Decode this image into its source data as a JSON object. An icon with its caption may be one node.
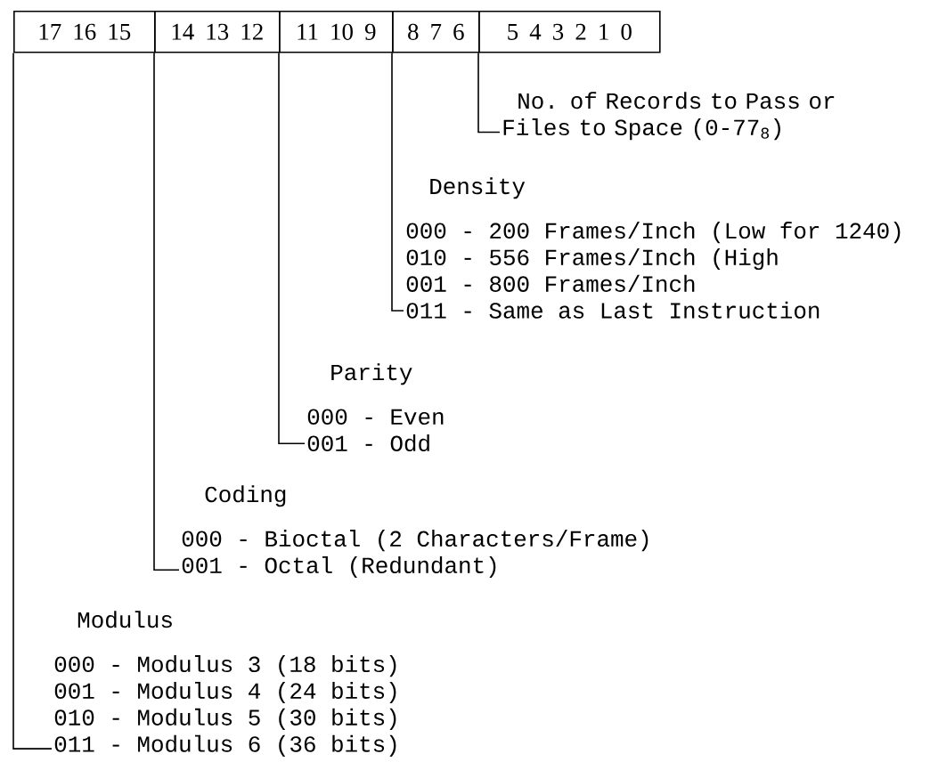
{
  "diagram": {
    "nodes": [
      {
        "text": [
          "17 16 15"
        ]
      },
      {
        "text": [
          "14 13 12"
        ]
      },
      {
        "text": [
          "11 10 9"
        ]
      },
      {
        "text": [
          "8 7 6"
        ]
      },
      {
        "text": [
          "5 4 3 2 1 0"
        ]
      },
      {
        "text": [
          "No. of Records to Pass or Files to Space (0-77$_{8}$)"
        ]
      },
      {
        "text": [
          "Density",
          "000 - 200 Frames/Inch (Low for 1240)",
          "010 - 556 Frames/Inch (High",
          "001 - 800 Frames/Inch",
          "011 - Same as Last Instruction"
        ]
      },
      {
        "text": [
          "Parity",
          "000 - Even",
          "001 - Odd"
        ]
      },
      {
        "text": [
          "Coding",
          "000 - Bioctal (2 Characters/Frame)",
          "001 - Octal (Redundant)"
        ]
      },
      {
        "text": [
          "Modulus",
          "000 - Modulus 3 (18 bits)",
          "001 - Modulus 4 (24 bits)",
          "010 - Modulus 5 (30 bits)",
          "011 - Modulus 6 (36 bits)"
        ]
      }
    ],
    "edges": [
      {
        "from": 4,
        "to": 5,
        "arrow": "none"
      },
      {
        "from": 3,
        "to": 6,
        "arrow": "none"
      },
      {
        "from": 2,
        "to": 7,
        "arrow": "none"
      },
      {
        "from": 1,
        "to": 8,
        "arrow": "none"
      },
      {
        "from": 0,
        "to": 9,
        "arrow": "none"
      }
    ]
  }
}
